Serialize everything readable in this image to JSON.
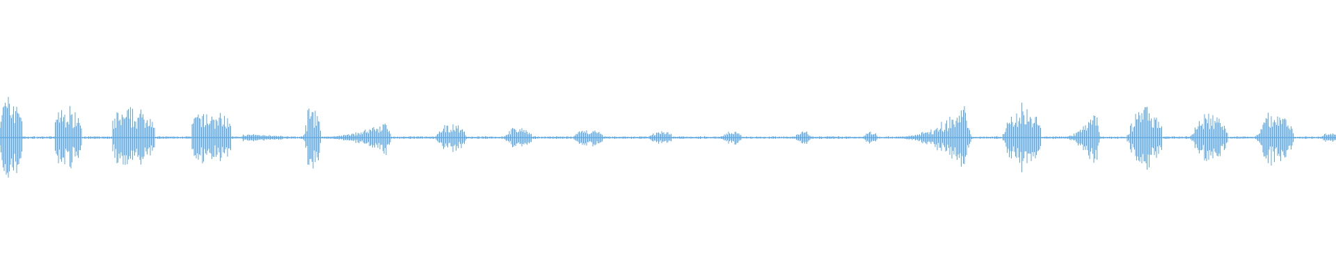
{
  "waveform": {
    "color": "#5aa6e0",
    "background": "#ffffff",
    "baseline_level": 0.012,
    "noise_level": 0.06,
    "segments": [
      {
        "start": 0.0,
        "end": 0.017,
        "peak": 0.56,
        "shape": "block"
      },
      {
        "start": 0.041,
        "end": 0.061,
        "peak": 0.4,
        "shape": "block"
      },
      {
        "start": 0.084,
        "end": 0.116,
        "peak": 0.37,
        "shape": "block"
      },
      {
        "start": 0.143,
        "end": 0.173,
        "peak": 0.33,
        "shape": "block"
      },
      {
        "start": 0.182,
        "end": 0.212,
        "peak": 0.04,
        "shape": "fade-out"
      },
      {
        "start": 0.227,
        "end": 0.24,
        "peak": 0.46,
        "shape": "spike"
      },
      {
        "start": 0.24,
        "end": 0.293,
        "peak": 0.28,
        "shape": "ramp-up"
      },
      {
        "start": 0.326,
        "end": 0.349,
        "peak": 0.19,
        "shape": "spike"
      },
      {
        "start": 0.377,
        "end": 0.398,
        "peak": 0.14,
        "shape": "spike"
      },
      {
        "start": 0.429,
        "end": 0.451,
        "peak": 0.11,
        "shape": "spike"
      },
      {
        "start": 0.486,
        "end": 0.503,
        "peak": 0.09,
        "shape": "spike"
      },
      {
        "start": 0.54,
        "end": 0.555,
        "peak": 0.08,
        "shape": "spike"
      },
      {
        "start": 0.595,
        "end": 0.607,
        "peak": 0.08,
        "shape": "spike"
      },
      {
        "start": 0.646,
        "end": 0.657,
        "peak": 0.08,
        "shape": "spike"
      },
      {
        "start": 0.67,
        "end": 0.727,
        "peak": 0.56,
        "shape": "ramp-up"
      },
      {
        "start": 0.75,
        "end": 0.779,
        "peak": 0.46,
        "shape": "spike"
      },
      {
        "start": 0.795,
        "end": 0.823,
        "peak": 0.56,
        "shape": "ramp-up"
      },
      {
        "start": 0.843,
        "end": 0.87,
        "peak": 0.42,
        "shape": "spike"
      },
      {
        "start": 0.891,
        "end": 0.919,
        "peak": 0.32,
        "shape": "spike"
      },
      {
        "start": 0.94,
        "end": 0.968,
        "peak": 0.37,
        "shape": "spike"
      },
      {
        "start": 0.99,
        "end": 1.0,
        "peak": 0.05,
        "shape": "block"
      }
    ]
  }
}
